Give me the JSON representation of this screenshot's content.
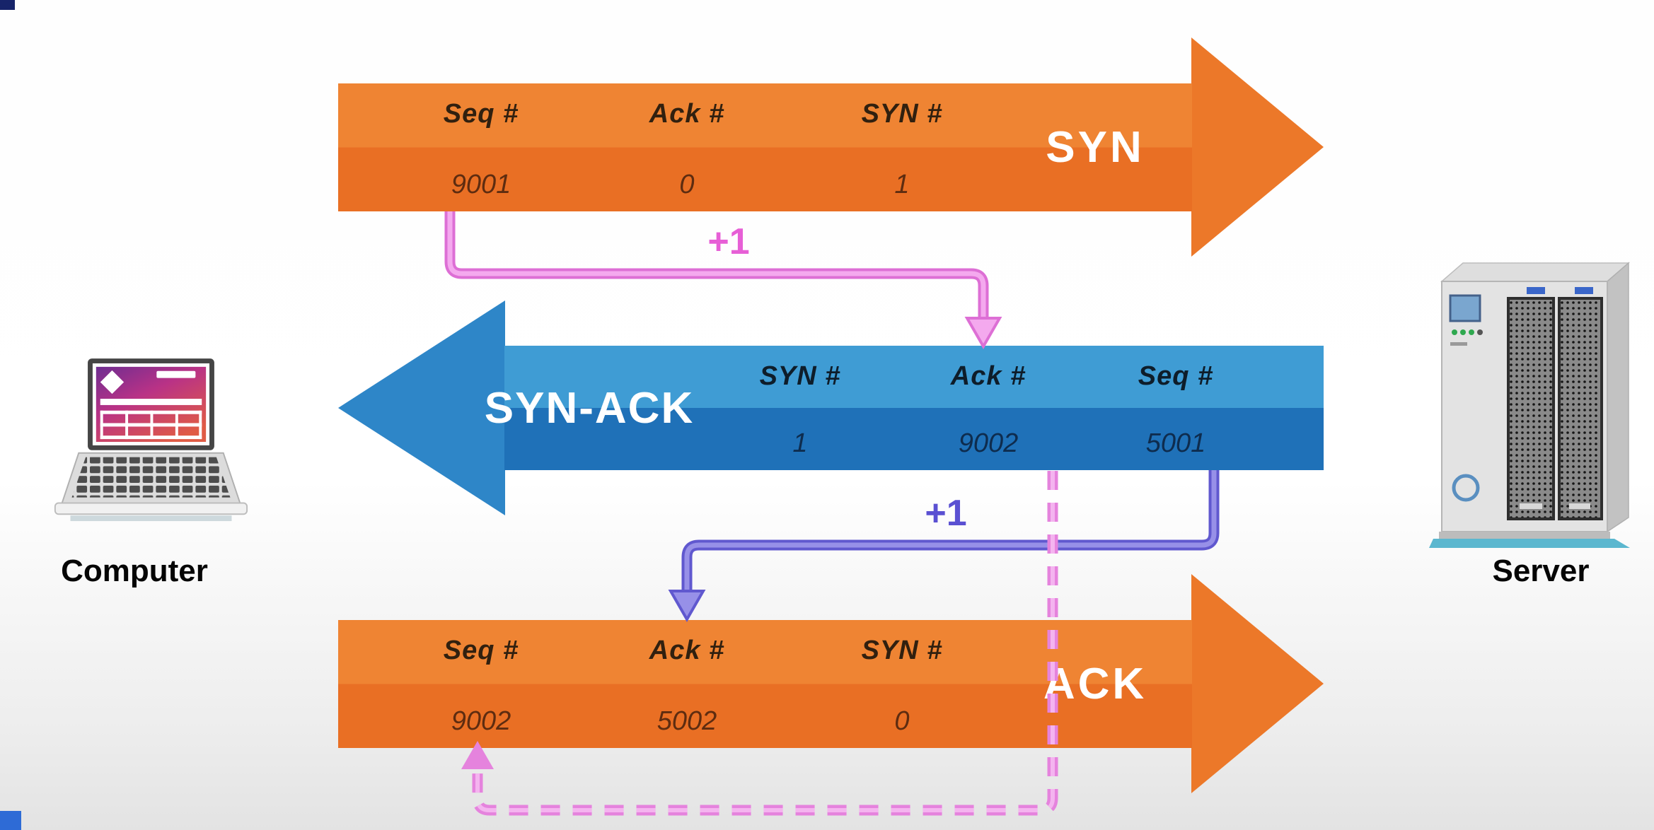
{
  "page": {
    "background_top": "#ffffff",
    "background_bottom": "#e3e3e3"
  },
  "nodes": {
    "computer": {
      "label": "Computer",
      "icon": "laptop-icon"
    },
    "server": {
      "label": "Server",
      "icon": "server-icon"
    }
  },
  "messages": [
    {
      "id": "syn",
      "label": "SYN",
      "direction": "left-to-right",
      "color_top": "#ef8433",
      "color_bottom": "#e96f24",
      "color_head": "#ec7829",
      "fields": [
        {
          "name": "Seq #",
          "value": "9001"
        },
        {
          "name": "Ack #",
          "value": "0"
        },
        {
          "name": "SYN #",
          "value": "1"
        }
      ]
    },
    {
      "id": "syn-ack",
      "label": "SYN-ACK",
      "direction": "right-to-left",
      "color_top": "#3f9cd4",
      "color_bottom": "#1f71b8",
      "color_head": "#2e86c8",
      "fields": [
        {
          "name": "SYN #",
          "value": "1"
        },
        {
          "name": "Ack #",
          "value": "9002"
        },
        {
          "name": "Seq #",
          "value": "5001"
        }
      ]
    },
    {
      "id": "ack",
      "label": "ACK",
      "direction": "left-to-right",
      "color_top": "#ef8433",
      "color_bottom": "#e96f24",
      "color_head": "#ec7829",
      "fields": [
        {
          "name": "Seq #",
          "value": "9002"
        },
        {
          "name": "Ack #",
          "value": "5002"
        },
        {
          "name": "SYN #",
          "value": "0"
        }
      ]
    }
  ],
  "connectors": [
    {
      "id": "syn-seq-to-synack-ack",
      "label": "+1",
      "style": "solid",
      "color": "#dd6fd5",
      "from": "SYN Seq # 9001",
      "to": "SYN-ACK Ack # 9002"
    },
    {
      "id": "synack-seq-to-ack-ack",
      "label": "+1",
      "style": "solid",
      "color": "#6058cf",
      "from": "SYN-ACK Seq # 5001",
      "to": "ACK Ack # 5002"
    },
    {
      "id": "synack-ack-to-ack-seq",
      "label": "",
      "style": "dashed",
      "color": "#e583dd",
      "from": "SYN-ACK Ack # 9002",
      "to": "ACK Seq # 9002"
    }
  ]
}
